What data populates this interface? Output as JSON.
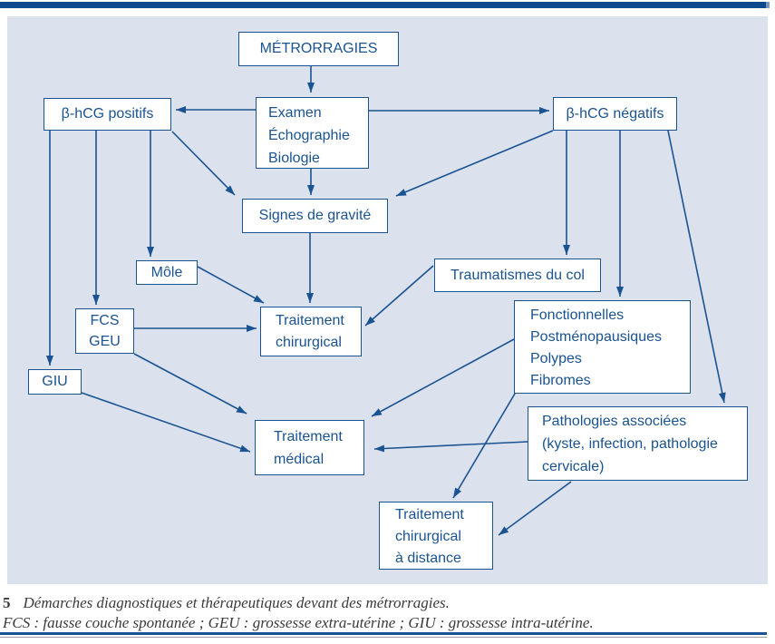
{
  "figure": {
    "number": "5",
    "caption": "Démarches diagnostiques et thérapeutiques devant des métrorragies.",
    "legend": "FCS : fausse couche spontanée ; GEU : grossesse extra-utérine ; GIU : grossesse intra-utérine."
  },
  "colors": {
    "diagram_blue": "#1a5391",
    "panel_background": "#dce1ee",
    "top_bar": "#0d4a8c",
    "box_background": "#ffffff",
    "caption_text": "#3a3a3a"
  },
  "diagram": {
    "nodes": {
      "metrorragies": {
        "lines": [
          "MÉTRORRAGIES"
        ]
      },
      "examen": {
        "lines": [
          "Examen",
          "Échographie",
          "Biologie"
        ]
      },
      "bhcg_positifs": {
        "lines": [
          "β-hCG positifs"
        ]
      },
      "bhcg_negatifs": {
        "lines": [
          "β-hCG négatifs"
        ]
      },
      "signes_gravite": {
        "lines": [
          "Signes de gravité"
        ]
      },
      "mole": {
        "lines": [
          "Môle"
        ]
      },
      "fcs_geu": {
        "lines": [
          "FCS",
          "GEU"
        ]
      },
      "giu": {
        "lines": [
          "GIU"
        ]
      },
      "traitement_chirurgical": {
        "lines": [
          "Traitement",
          "chirurgical"
        ]
      },
      "traumatismes_col": {
        "lines": [
          "Traumatismes du col"
        ]
      },
      "fonctionnelles": {
        "lines": [
          "Fonctionnelles",
          "Postménopausiques",
          "Polypes",
          "Fibromes"
        ]
      },
      "pathologies_associees": {
        "lines": [
          "Pathologies associées",
          "(kyste, infection, pathologie",
          "cervicale)"
        ]
      },
      "traitement_medical": {
        "lines": [
          "Traitement",
          "médical"
        ]
      },
      "traitement_chirurgical_distance": {
        "lines": [
          "Traitement",
          "chirurgical",
          "à distance"
        ]
      }
    },
    "edges": [
      {
        "from": "metrorragies",
        "to": "examen"
      },
      {
        "from": "examen",
        "to": "bhcg_positifs"
      },
      {
        "from": "examen",
        "to": "bhcg_negatifs"
      },
      {
        "from": "examen",
        "to": "signes_gravite"
      },
      {
        "from": "bhcg_positifs",
        "to": "signes_gravite"
      },
      {
        "from": "bhcg_negatifs",
        "to": "signes_gravite"
      },
      {
        "from": "signes_gravite",
        "to": "traitement_chirurgical"
      },
      {
        "from": "bhcg_positifs",
        "to": "giu"
      },
      {
        "from": "bhcg_positifs",
        "to": "fcs_geu"
      },
      {
        "from": "bhcg_positifs",
        "to": "mole"
      },
      {
        "from": "mole",
        "to": "traitement_chirurgical"
      },
      {
        "from": "fcs_geu",
        "to": "traitement_chirurgical"
      },
      {
        "from": "traumatismes_col",
        "to": "traitement_chirurgical"
      },
      {
        "from": "bhcg_negatifs",
        "to": "traumatismes_col"
      },
      {
        "from": "bhcg_negatifs",
        "to": "fonctionnelles"
      },
      {
        "from": "bhcg_negatifs",
        "to": "pathologies_associees"
      },
      {
        "from": "giu",
        "to": "traitement_medical"
      },
      {
        "from": "fcs_geu",
        "to": "traitement_medical"
      },
      {
        "from": "fonctionnelles",
        "to": "traitement_medical"
      },
      {
        "from": "pathologies_associees",
        "to": "traitement_medical"
      },
      {
        "from": "fonctionnelles",
        "to": "traitement_chirurgical_distance"
      },
      {
        "from": "pathologies_associees",
        "to": "traitement_chirurgical_distance"
      }
    ]
  }
}
